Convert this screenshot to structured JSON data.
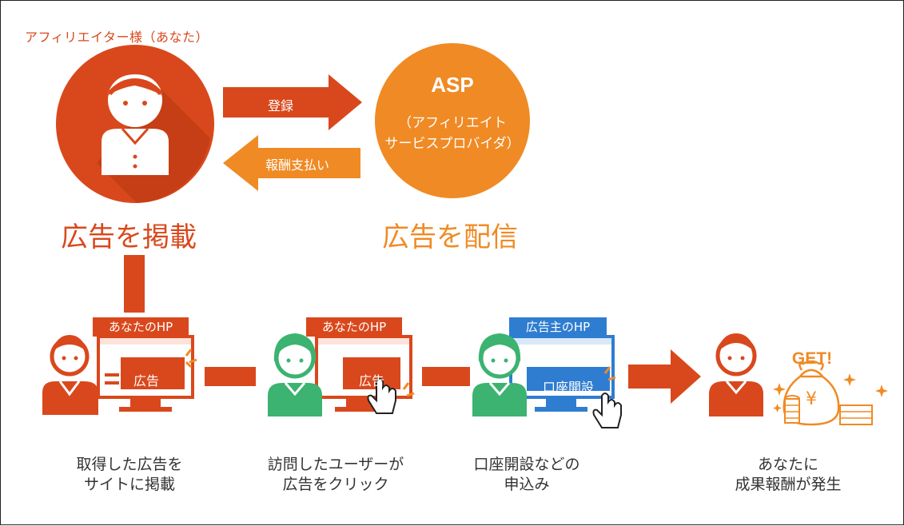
{
  "affiliate": {
    "label": "アフィリエイター様（あなた）",
    "caption": "広告を掲載"
  },
  "asp": {
    "title": "ASP",
    "subtitle_line1": "（アフィリエイト",
    "subtitle_line2": "サービスプロバイダ）",
    "caption": "広告を配信"
  },
  "arrows": {
    "register": "登録",
    "payment": "報酬支払い"
  },
  "steps": [
    {
      "tag": "あなたのHP",
      "screen_text": "広告",
      "caption_line1": "取得した広告を",
      "caption_line2": "サイトに掲載"
    },
    {
      "tag": "あなたのHP",
      "screen_text": "広告",
      "caption_line1": "訪問したユーザーが",
      "caption_line2": "広告をクリック"
    },
    {
      "tag": "広告主のHP",
      "screen_text": "口座開設",
      "caption_line1": "口座開設などの",
      "caption_line2": "申込み"
    },
    {
      "tag": "",
      "screen_text": "",
      "caption_line1": "あなたに",
      "caption_line2": "成果報酬が発生"
    }
  ],
  "reward": {
    "get_text": "GET!",
    "yen_symbol": "¥"
  },
  "colors": {
    "affiliate_red": "#d9481c",
    "asp_orange": "#f08a24",
    "user_green": "#3cb371",
    "advertiser_blue": "#2f7dd1",
    "caption_gray": "#333333"
  },
  "icons": [
    "person-icon",
    "monitor-icon",
    "cursor-hand-icon",
    "money-bag-icon",
    "coin-stack-icon",
    "sparkle-icon"
  ]
}
